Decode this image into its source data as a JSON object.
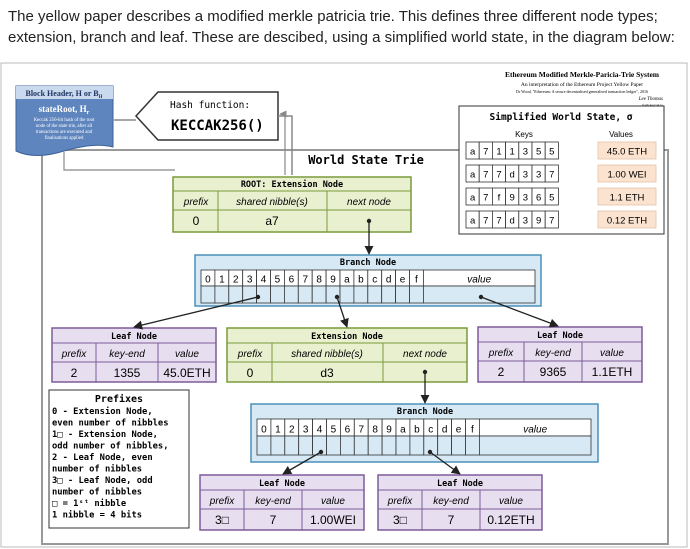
{
  "intro": "The yellow paper describes a modified merkle patricia trie. This defines three different node types; extension, branch and leaf. These are descibed, using a simplified world state, in the diagram below:",
  "header": {
    "title": "Ethereum Modified Merkle-Paricia-Trie System",
    "subtitle": "An interpretation of the Ethereum Project Yellow Paper",
    "cite": "Dr Wood, \"Ethereum: A secure decentralised generalised transaction ledger\", 2016",
    "author": "Lee Thomas",
    "extra": "hash.keccak.io"
  },
  "block_header": {
    "title": "Block Header, H or B",
    "sub": "H",
    "state_root": "stateRoot, H",
    "state_root_sub": "r",
    "desc": [
      "Keccak 256-bit hash of the root",
      "node of the state trie, after all",
      "transactions are executed and",
      "finalisations applied"
    ]
  },
  "hash_function": {
    "label": "Hash function:",
    "value": "KECCAK256()"
  },
  "trie_title": "World State Trie",
  "world_state": {
    "title": "Simplified World State, σ",
    "keys_label": "Keys",
    "values_label": "Values",
    "rows": [
      {
        "key": [
          "a",
          "7",
          "1",
          "1",
          "3",
          "5",
          "5"
        ],
        "value": "45.0 ETH"
      },
      {
        "key": [
          "a",
          "7",
          "7",
          "d",
          "3",
          "3",
          "7"
        ],
        "value": "1.00 WEI"
      },
      {
        "key": [
          "a",
          "7",
          "f",
          "9",
          "3",
          "6",
          "5"
        ],
        "value": "1.1 ETH"
      },
      {
        "key": [
          "a",
          "7",
          "7",
          "d",
          "3",
          "9",
          "7"
        ],
        "value": "0.12 ETH"
      }
    ]
  },
  "root_node": {
    "title": "ROOT: Extension Node",
    "cols": [
      "prefix",
      "shared nibble(s)",
      "next node"
    ],
    "vals": [
      "0",
      "a7",
      ""
    ]
  },
  "branch1": {
    "title": "Branch Node",
    "cells": [
      "0",
      "1",
      "2",
      "3",
      "4",
      "5",
      "6",
      "7",
      "8",
      "9",
      "a",
      "b",
      "c",
      "d",
      "e",
      "f",
      "value"
    ]
  },
  "leaf1": {
    "title": "Leaf Node",
    "cols": [
      "prefix",
      "key-end",
      "value"
    ],
    "vals": [
      "2",
      "1355",
      "45.0ETH"
    ]
  },
  "ext2": {
    "title": "Extension Node",
    "cols": [
      "prefix",
      "shared nibble(s)",
      "next node"
    ],
    "vals": [
      "0",
      "d3",
      ""
    ]
  },
  "leaf2": {
    "title": "Leaf Node",
    "cols": [
      "prefix",
      "key-end",
      "value"
    ],
    "vals": [
      "2",
      "9365",
      "1.1ETH"
    ]
  },
  "branch2": {
    "title": "Branch Node",
    "cells": [
      "0",
      "1",
      "2",
      "3",
      "4",
      "5",
      "6",
      "7",
      "8",
      "9",
      "a",
      "b",
      "c",
      "d",
      "e",
      "f",
      "value"
    ]
  },
  "leaf3": {
    "title": "Leaf Node",
    "cols": [
      "prefix",
      "key-end",
      "value"
    ],
    "vals": [
      "3□",
      "7",
      "1.00WEI"
    ]
  },
  "leaf4": {
    "title": "Leaf Node",
    "cols": [
      "prefix",
      "key-end",
      "value"
    ],
    "vals": [
      "3□",
      "7",
      "0.12ETH"
    ]
  },
  "prefixes": {
    "title": "Prefixes",
    "lines": [
      "0 - Extension Node,",
      "even number of nibbles",
      "1□ - Extension Node,",
      "odd number of nibbles,",
      "2 - Leaf Node, even",
      "number of nibbles",
      "3□ - Leaf Node, odd",
      "number of nibbles",
      "□ = 1ˢᵗ nibble",
      "1 nibble = 4 bits"
    ]
  },
  "colors": {
    "blue_doc": "#5f85bf",
    "ext_fill": "#e8f0d0",
    "ext_border": "#7a9a3a",
    "branch_fill": "#d6e9f5",
    "branch_border": "#4a90b8",
    "leaf_fill": "#e7def0",
    "leaf_border": "#7d5c99",
    "value_fill": "#fbe3d0"
  }
}
